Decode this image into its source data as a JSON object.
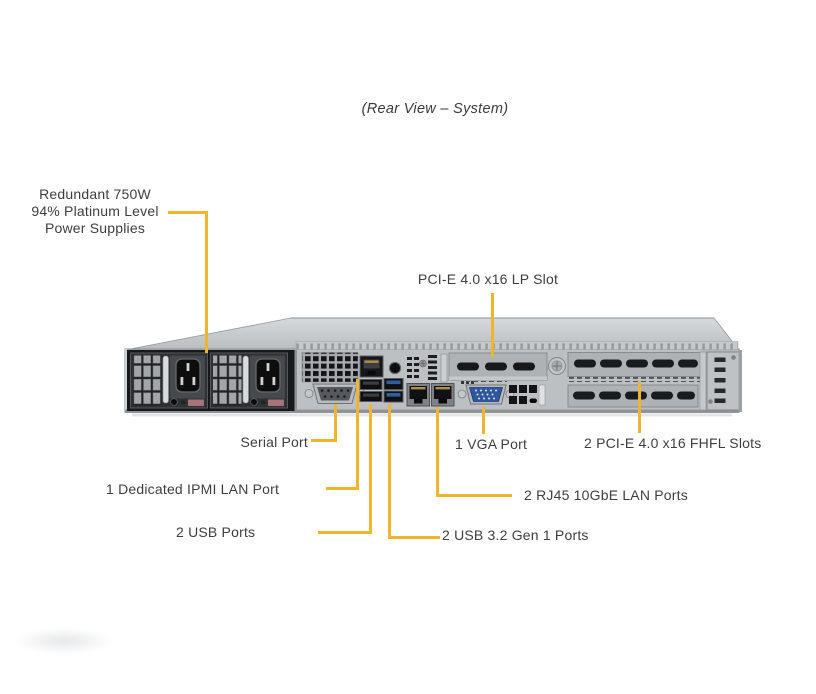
{
  "title": "(Rear View – System)",
  "colors": {
    "leader_line": "#F0B42E",
    "label_text": "#3E3E3E",
    "usb3_blue": "#2E5FA3",
    "vga_blue": "#2F57A0"
  },
  "callouts": {
    "psu": {
      "line1": "Redundant 750W",
      "line2": "94% Platinum Level",
      "line3": "Power Supplies"
    },
    "lp_slot": {
      "label": "PCI-E 4.0 x16 LP Slot"
    },
    "serial": {
      "label": "Serial Port"
    },
    "vga": {
      "label": "1 VGA Port"
    },
    "fhfl": {
      "label": "2 PCI-E 4.0 x16 FHFL Slots"
    },
    "ipmi": {
      "label": "1 Dedicated IPMI LAN Port"
    },
    "lan": {
      "label": "2 RJ45 10GbE LAN Ports"
    },
    "usb2": {
      "label": "2 USB Ports"
    },
    "usb3": {
      "label": "2 USB 3.2 Gen 1 Ports"
    }
  }
}
